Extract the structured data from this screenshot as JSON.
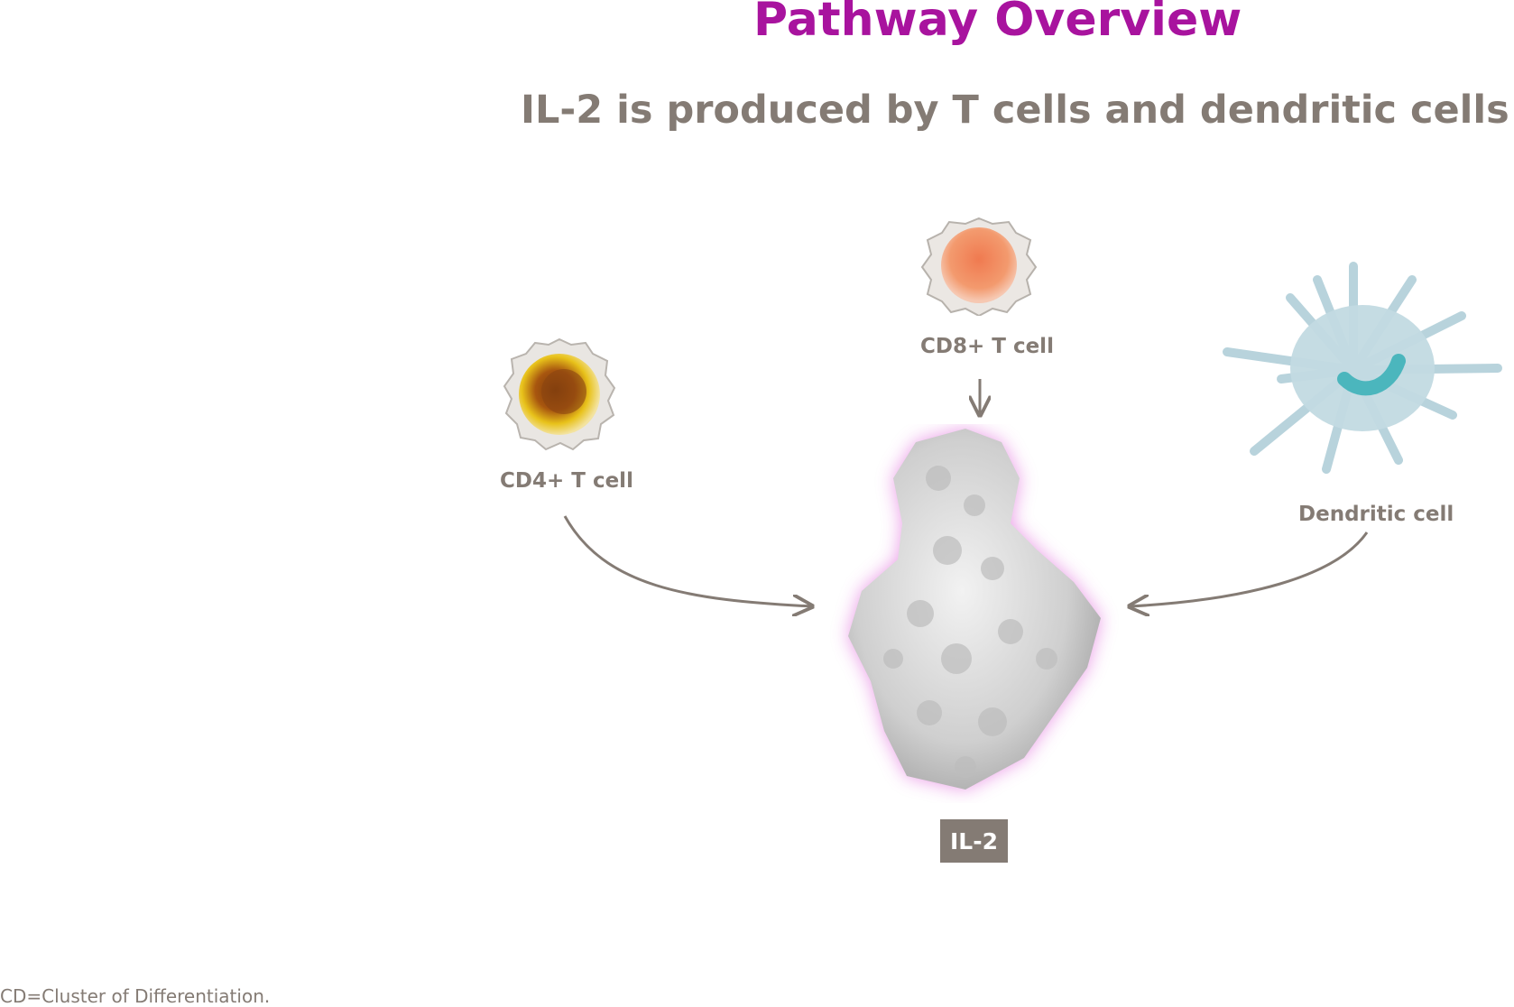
{
  "title": "Pathway Overview",
  "subtitle": "IL-2 is produced by T cells and dendritic cells",
  "cells": {
    "cd4": {
      "label": "CD4+ T cell",
      "icon": "cd4-t-cell-icon"
    },
    "cd8": {
      "label": "CD8+ T cell",
      "icon": "cd8-t-cell-icon"
    },
    "dendritic": {
      "label": "Dendritic cell",
      "icon": "dendritic-cell-icon"
    }
  },
  "center": {
    "label": "IL-2",
    "icon": "il2-protein-icon"
  },
  "footnote": "CD=Cluster of Differentiation.",
  "colors": {
    "title": "#a8139e",
    "text": "#847b74",
    "arrow": "#847b74",
    "cd4_core": "#8a4510",
    "cd4_outer": "#e8c21a",
    "cd8_core": "#ef7a52",
    "dendritic": "#b6d3dc",
    "dendritic_nucleus": "#4bb6bd",
    "protein": "#d6d6d6",
    "protein_glow": "#c020c0"
  }
}
